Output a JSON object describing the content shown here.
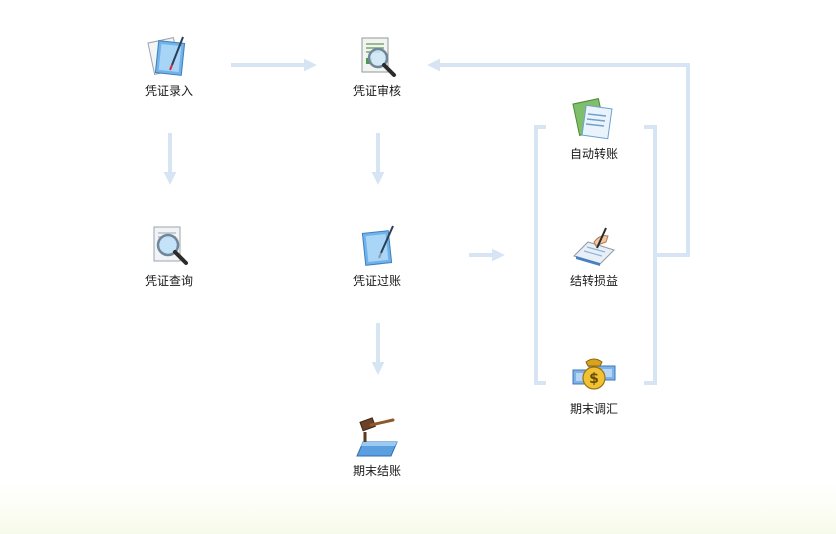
{
  "flow": {
    "voucher_entry": {
      "label": "凭证录入",
      "icon": "voucher-entry-icon"
    },
    "voucher_review": {
      "label": "凭证审核",
      "icon": "voucher-review-icon"
    },
    "voucher_query": {
      "label": "凭证查询",
      "icon": "voucher-query-icon"
    },
    "voucher_posting": {
      "label": "凭证过账",
      "icon": "voucher-posting-icon"
    },
    "period_end_closing": {
      "label": "期末结账",
      "icon": "period-end-closing-icon"
    },
    "auto_transfer": {
      "label": "自动转账",
      "icon": "auto-transfer-icon"
    },
    "profit_loss_transfer": {
      "label": "结转损益",
      "icon": "profit-loss-transfer-icon"
    },
    "period_end_adjust": {
      "label": "期末调汇",
      "icon": "exchange-adjust-icon"
    }
  },
  "colors": {
    "connector": "#d6e4f4",
    "label_text": "#1a1a1a"
  }
}
